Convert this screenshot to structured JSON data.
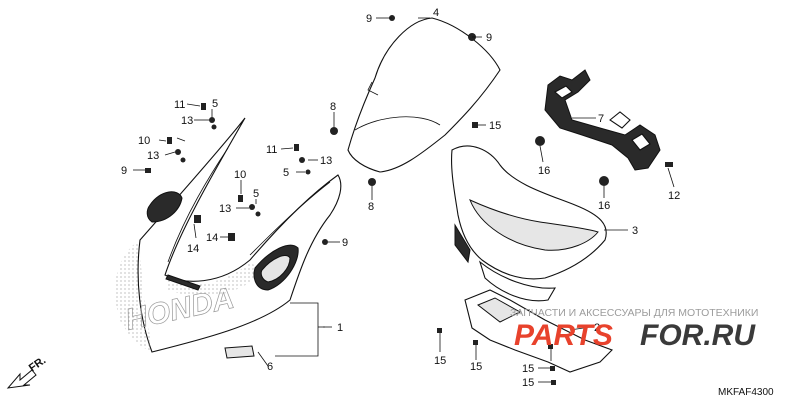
{
  "diagram": {
    "callouts": [
      {
        "id": "c1",
        "text": "1"
      },
      {
        "id": "c2",
        "text": "2"
      },
      {
        "id": "c3",
        "text": "3"
      },
      {
        "id": "c4",
        "text": "4"
      },
      {
        "id": "c5a",
        "text": "5"
      },
      {
        "id": "c5b",
        "text": "5"
      },
      {
        "id": "c5c",
        "text": "5"
      },
      {
        "id": "c6",
        "text": "6"
      },
      {
        "id": "c7",
        "text": "7"
      },
      {
        "id": "c8a",
        "text": "8"
      },
      {
        "id": "c8b",
        "text": "8"
      },
      {
        "id": "c9a",
        "text": "9"
      },
      {
        "id": "c9b",
        "text": "9"
      },
      {
        "id": "c9c",
        "text": "9"
      },
      {
        "id": "c9d",
        "text": "9"
      },
      {
        "id": "c10a",
        "text": "10"
      },
      {
        "id": "c10b",
        "text": "10"
      },
      {
        "id": "c11a",
        "text": "11"
      },
      {
        "id": "c11b",
        "text": "11"
      },
      {
        "id": "c12",
        "text": "12"
      },
      {
        "id": "c13a",
        "text": "13"
      },
      {
        "id": "c13b",
        "text": "13"
      },
      {
        "id": "c13c",
        "text": "13"
      },
      {
        "id": "c13d",
        "text": "13"
      },
      {
        "id": "c14a",
        "text": "14"
      },
      {
        "id": "c14b",
        "text": "14"
      },
      {
        "id": "c15a",
        "text": "15"
      },
      {
        "id": "c15b",
        "text": "15"
      },
      {
        "id": "c15c",
        "text": "15"
      },
      {
        "id": "c15d",
        "text": "15"
      },
      {
        "id": "c15e",
        "text": "15"
      },
      {
        "id": "c16a",
        "text": "16"
      },
      {
        "id": "c16b",
        "text": "16"
      }
    ],
    "direction_label": "FR.",
    "diagram_code": "MKFAF4300",
    "watermark_text": "ЗАПЧАСТИ И АКСЕССУАРЫ ДЛЯ МОТОТЕХНИКИ",
    "watermark_logo_left": "PARTS",
    "watermark_logo_right": "FOR.RU",
    "side_logo": "HONDA",
    "colors": {
      "watermark_red": "#e8422c",
      "watermark_dark": "#3a3a3a",
      "line": "#111111"
    }
  }
}
